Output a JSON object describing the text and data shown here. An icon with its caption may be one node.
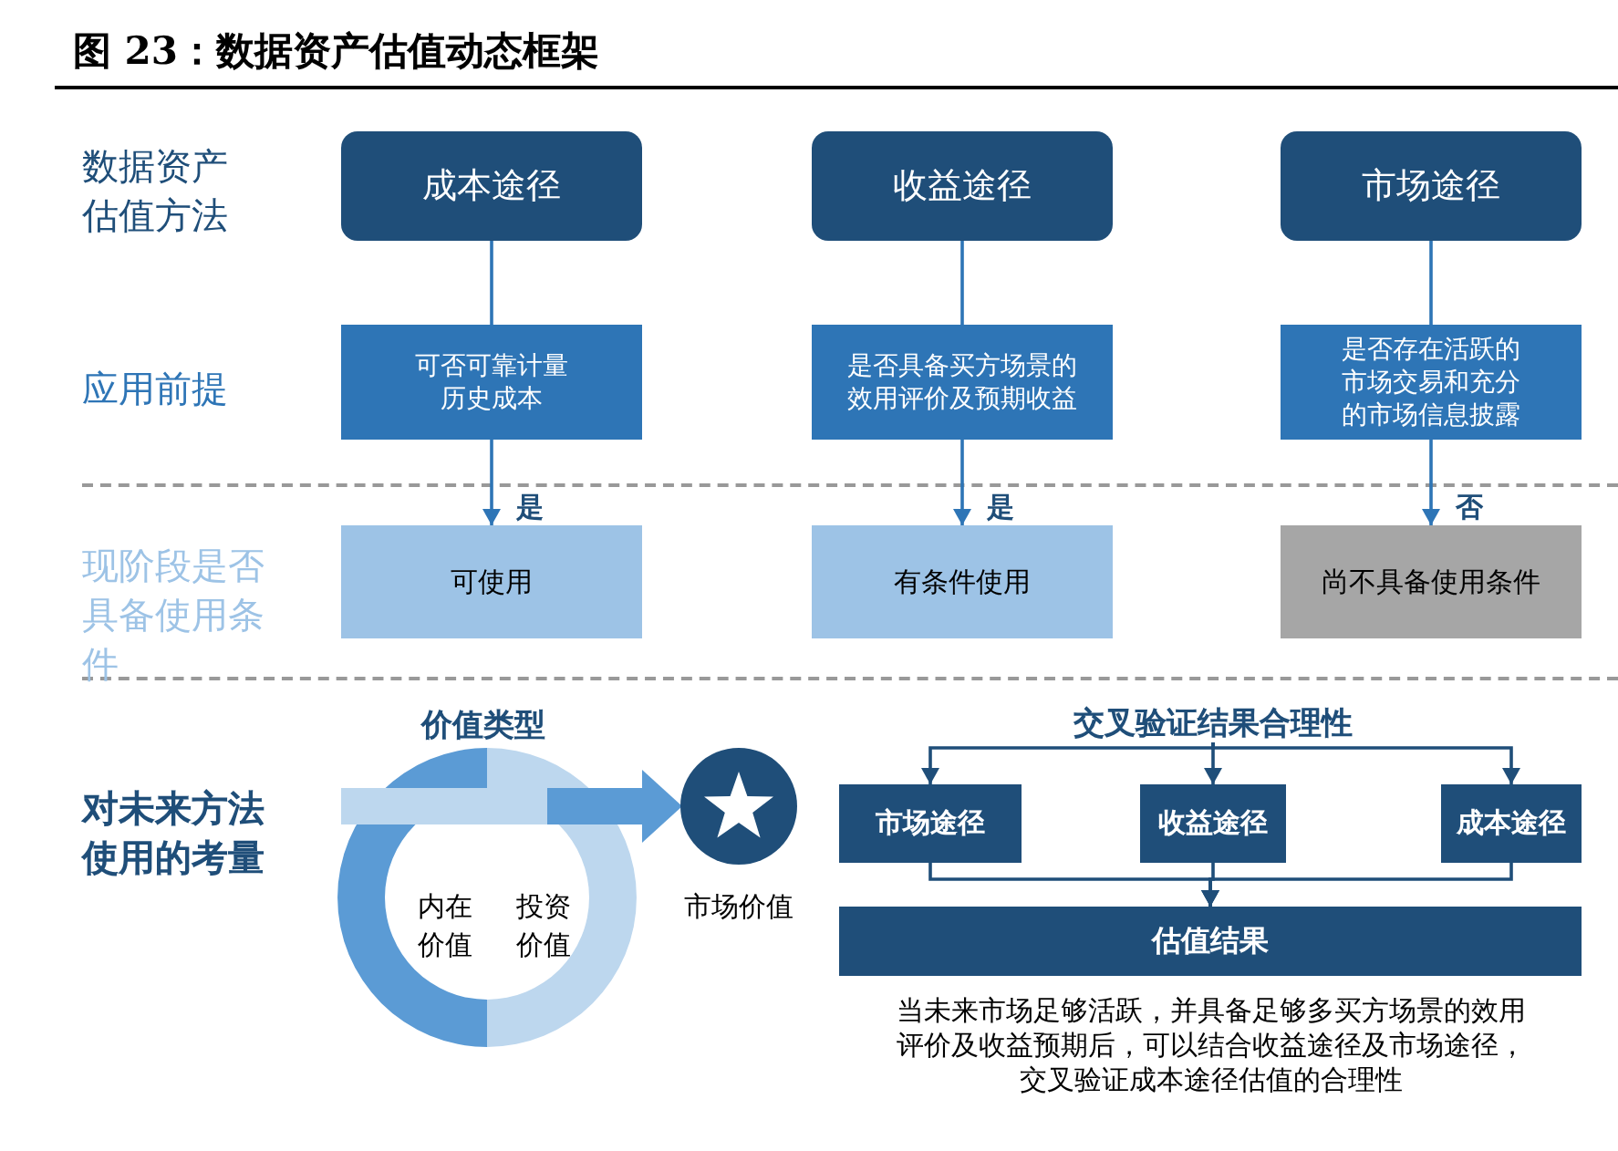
{
  "diagram": {
    "title": "图 23：数据资产估值动态框架",
    "nodes": [
      {
        "text": [
          "成本途径"
        ]
      },
      {
        "text": [
          "收益途径"
        ]
      },
      {
        "text": [
          "市场途径"
        ]
      },
      {
        "text": [
          "可否可靠计量历史成本"
        ]
      },
      {
        "text": [
          "是否具备买方场景的效用评价及预期收益"
        ]
      },
      {
        "text": [
          "是否存在活跃的市场交易和充分的市场信息披露"
        ]
      },
      {
        "text": [
          "可使用"
        ]
      },
      {
        "text": [
          "有条件使用"
        ]
      },
      {
        "text": [
          "尚不具备使用条件"
        ]
      },
      {
        "text": [
          "内在价值",
          "投资价值"
        ]
      },
      {
        "text": [],
        "shape": "circle",
        "beside": [
          "市场价值"
        ]
      },
      {
        "text": [
          "交叉验证结果合理性"
        ]
      },
      {
        "text": [
          "市场途径"
        ]
      },
      {
        "text": [
          "收益途径"
        ]
      },
      {
        "text": [
          "成本途径"
        ]
      },
      {
        "text": [
          "估值结果"
        ]
      }
    ],
    "edges": [
      {
        "from": 0,
        "to": 3,
        "arrow": "none"
      },
      {
        "from": 1,
        "to": 4,
        "arrow": "none"
      },
      {
        "from": 2,
        "to": 5,
        "arrow": "none"
      },
      {
        "from": 3,
        "to": 6,
        "arrow": "to",
        "label": "是"
      },
      {
        "from": 4,
        "to": 7,
        "arrow": "to",
        "label": "是"
      },
      {
        "from": 5,
        "to": 8,
        "arrow": "to",
        "label": "否"
      },
      {
        "from": 9,
        "to": 10,
        "arrow": "to",
        "style": "thick",
        "color": "#5b9bd5"
      },
      {
        "from": 11,
        "to": 12,
        "arrow": "to",
        "color": "#1f4e79"
      },
      {
        "from": 11,
        "to": 13,
        "arrow": "to",
        "color": "#1f4e79"
      },
      {
        "from": 11,
        "to": 14,
        "arrow": "to",
        "color": "#1f4e79"
      },
      {
        "from": 12,
        "to": 15,
        "arrow": "to",
        "color": "#1f4e79"
      },
      {
        "from": 13,
        "to": 15,
        "arrow": "to",
        "color": "#1f4e79"
      },
      {
        "from": 14,
        "to": 15,
        "arrow": "to",
        "color": "#1f4e79"
      }
    ],
    "labels": [
      "数据资产估值方法",
      "应用前提",
      "现阶段是否具备使用条件",
      "对未来方法使用的考量",
      "价值类型",
      "当未来市场足够活跃，并具备足够多买方场景的效用评价及收益预期后，可以结合收益途径及市场途径，交叉验证成本途径估值的合理性"
    ]
  }
}
